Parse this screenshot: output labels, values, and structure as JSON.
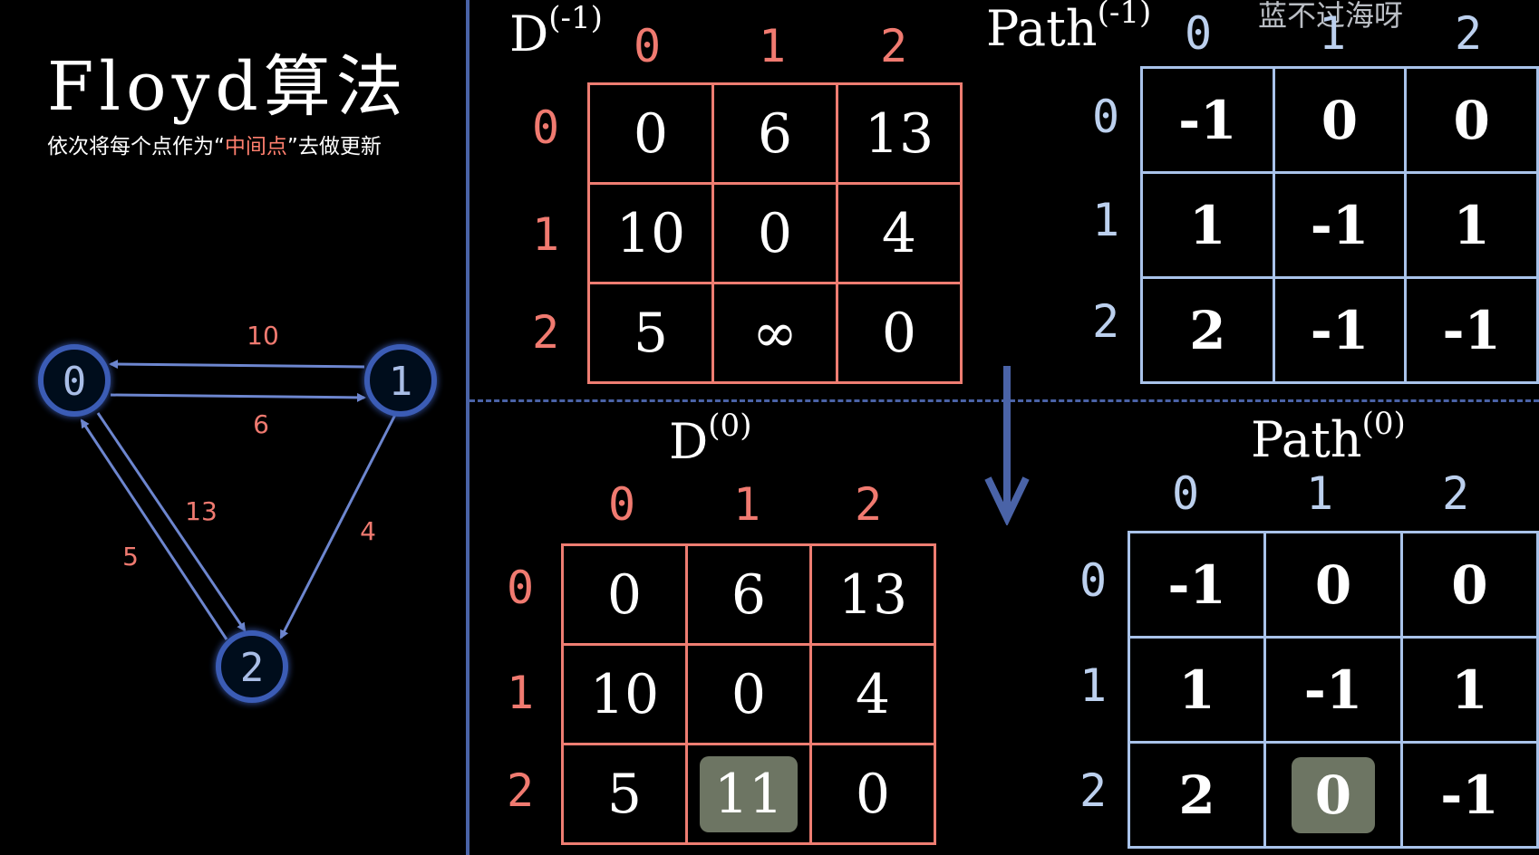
{
  "header": {
    "title": "Floyd算法",
    "subtitle_before": "依次将每个点作为“",
    "subtitle_highlight": "中间点",
    "subtitle_after": "”去做更新"
  },
  "watermark": "蓝不过海呀",
  "graph": {
    "nodes": [
      "0",
      "1",
      "2"
    ],
    "edges": [
      {
        "from": "1",
        "to": "0",
        "weight": "10"
      },
      {
        "from": "0",
        "to": "1",
        "weight": "6"
      },
      {
        "from": "0",
        "to": "2",
        "weight": "13"
      },
      {
        "from": "2",
        "to": "0",
        "weight": "5"
      },
      {
        "from": "1",
        "to": "2",
        "weight": "4"
      }
    ],
    "colors": {
      "node": "#3b5bb5",
      "edge": "#6d86cf",
      "weight": "#f07a70"
    }
  },
  "matrices": {
    "D_before": {
      "name": "D",
      "sup": "(-1)",
      "col_headers": [
        "0",
        "1",
        "2"
      ],
      "row_headers": [
        "0",
        "1",
        "2"
      ],
      "rows": [
        [
          "0",
          "6",
          "13"
        ],
        [
          "10",
          "0",
          "4"
        ],
        [
          "5",
          "∞",
          "0"
        ]
      ],
      "highlight": []
    },
    "Path_before": {
      "name": "Path",
      "sup": "(-1)",
      "col_headers": [
        "0",
        "1",
        "2"
      ],
      "row_headers": [
        "0",
        "1",
        "2"
      ],
      "rows": [
        [
          "-1",
          "0",
          "0"
        ],
        [
          "1",
          "-1",
          "1"
        ],
        [
          "2",
          "-1",
          "-1"
        ]
      ],
      "highlight": []
    },
    "D_after": {
      "name": "D",
      "sup": "(0)",
      "col_headers": [
        "0",
        "1",
        "2"
      ],
      "row_headers": [
        "0",
        "1",
        "2"
      ],
      "rows": [
        [
          "0",
          "6",
          "13"
        ],
        [
          "10",
          "0",
          "4"
        ],
        [
          "5",
          "11",
          "0"
        ]
      ],
      "highlight": [
        [
          2,
          1
        ]
      ]
    },
    "Path_after": {
      "name": "Path",
      "sup": "(0)",
      "col_headers": [
        "0",
        "1",
        "2"
      ],
      "row_headers": [
        "0",
        "1",
        "2"
      ],
      "rows": [
        [
          "-1",
          "0",
          "0"
        ],
        [
          "1",
          "-1",
          "1"
        ],
        [
          "2",
          "0",
          "-1"
        ]
      ],
      "highlight": [
        [
          2,
          1
        ]
      ]
    }
  },
  "colors": {
    "dist_border": "#ee7d72",
    "path_border": "#a9c3ea",
    "highlight_bg": "#6d7563",
    "divider": "#4a63a7"
  }
}
